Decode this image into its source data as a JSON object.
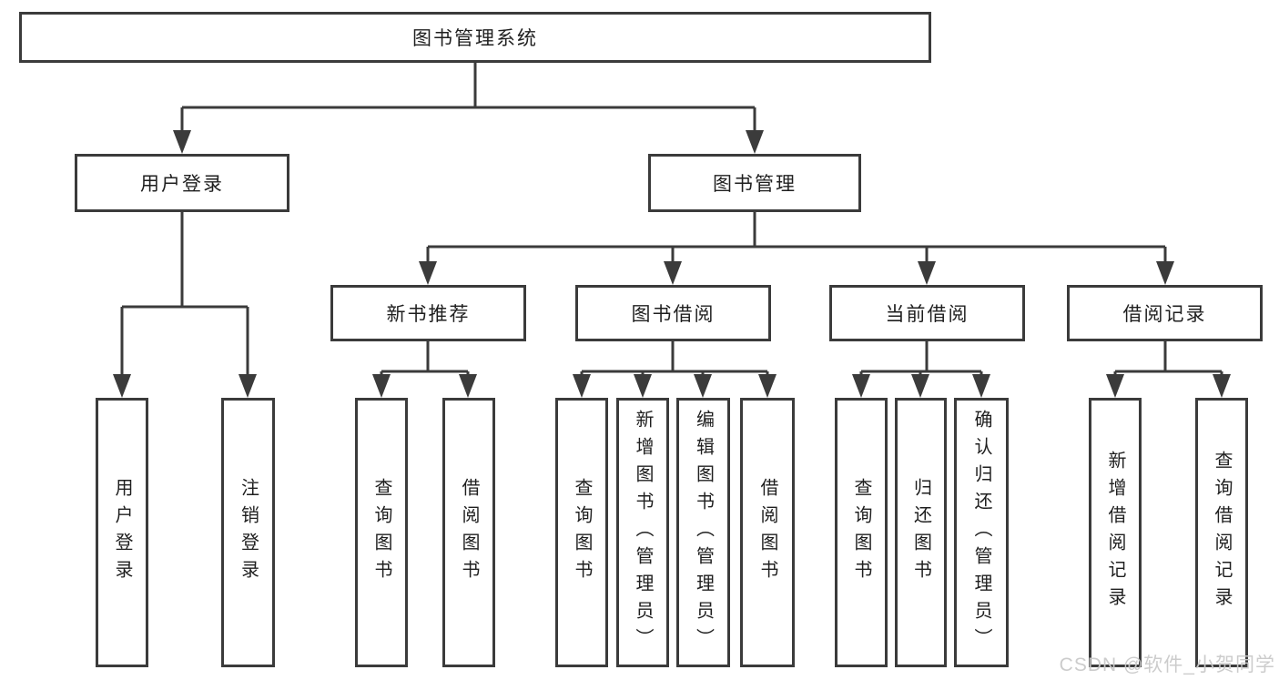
{
  "tree": {
    "root": "图书管理系统",
    "children": [
      {
        "label": "用户登录",
        "children": [
          "用户登录",
          "注销登录"
        ]
      },
      {
        "label": "图书管理",
        "children": [
          {
            "label": "新书推荐",
            "children": [
              "查询图书",
              "借阅图书"
            ]
          },
          {
            "label": "图书借阅",
            "children": [
              "查询图书",
              "新增图书（管理员）",
              "编辑图书（管理员）",
              "借阅图书"
            ]
          },
          {
            "label": "当前借阅",
            "children": [
              "查询图书",
              "归还图书",
              "确认归还（管理员）"
            ]
          },
          {
            "label": "借阅记录",
            "children": [
              "新增借阅记录",
              "查询借阅记录"
            ]
          }
        ]
      }
    ]
  },
  "watermark": {
    "text": "CSDN @软件_小贺同学"
  },
  "colors": {
    "line": "#3b3b3b",
    "box_border": "#3b3b3b",
    "text": "#1f1f1f",
    "watermark": "#c9c9c9",
    "background": "#ffffff"
  }
}
